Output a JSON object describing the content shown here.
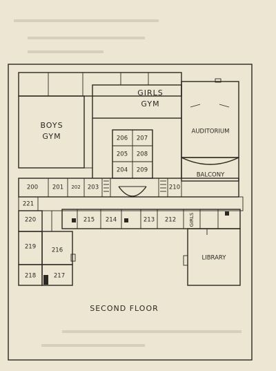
{
  "diagram": {
    "caption": "SECOND FLOOR",
    "rooms": {
      "boys_gym": [
        "BOYS",
        "GYM"
      ],
      "girls_gym": [
        "GIRLS",
        "GYM"
      ],
      "auditorium": "AUDITORIUM",
      "balcony": "BALCONY",
      "library": "LIBRARY",
      "girls": "GIRLS",
      "r200": "200",
      "r201": "201",
      "r202": "202",
      "r203": "203",
      "r204": "204",
      "r205": "205",
      "r206": "206",
      "r207": "207",
      "r208": "208",
      "r209": "209",
      "r210": "210",
      "r212": "212",
      "r213": "213",
      "r214": "214",
      "r215": "215",
      "r216": "216",
      "r217": "217",
      "r218": "218",
      "r219": "219",
      "r220": "220",
      "r221": "221"
    }
  },
  "colors": {
    "paper": "#ece6d2",
    "ink": "#2b2722",
    "bleed": "#c9c1ab"
  }
}
